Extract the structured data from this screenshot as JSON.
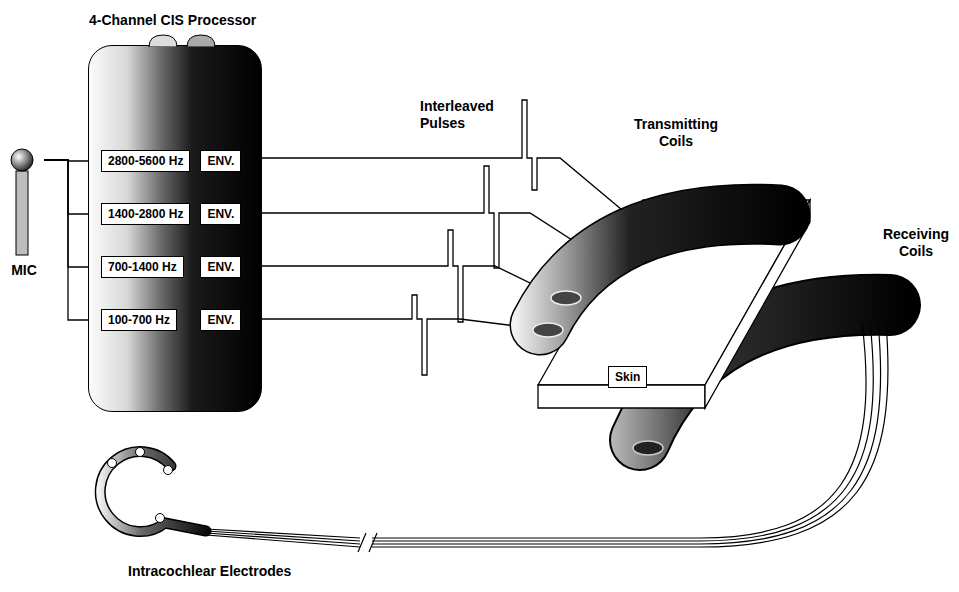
{
  "diagram": {
    "nodes": [
      {
        "text": [
          "MIC"
        ]
      },
      {
        "text": [
          "4-Channel CIS Processor"
        ]
      },
      {
        "text": [
          "2800-5600 Hz"
        ],
        "in": 1
      },
      {
        "text": [
          "ENV."
        ],
        "in": 1
      },
      {
        "text": [
          "1400-2800 Hz"
        ],
        "in": 1
      },
      {
        "text": [
          "ENV."
        ],
        "in": 1
      },
      {
        "text": [
          "700-1400 Hz"
        ],
        "in": 1
      },
      {
        "text": [
          "ENV."
        ],
        "in": 1
      },
      {
        "text": [
          "100-700 Hz"
        ],
        "in": 1
      },
      {
        "text": [
          "ENV."
        ],
        "in": 1
      },
      {
        "text": [
          "Skin"
        ]
      }
    ],
    "edges": [
      {
        "from": 0,
        "to": 2,
        "arrow": "to"
      },
      {
        "from": 0,
        "to": 4,
        "arrow": "to"
      },
      {
        "from": 0,
        "to": 6,
        "arrow": "to"
      },
      {
        "from": 0,
        "to": 8,
        "arrow": "to"
      }
    ],
    "labels": [
      "Interleaved Pulses",
      "Transmitting Coils",
      "Receiving Coils",
      "Intracochlear Electrodes"
    ]
  }
}
